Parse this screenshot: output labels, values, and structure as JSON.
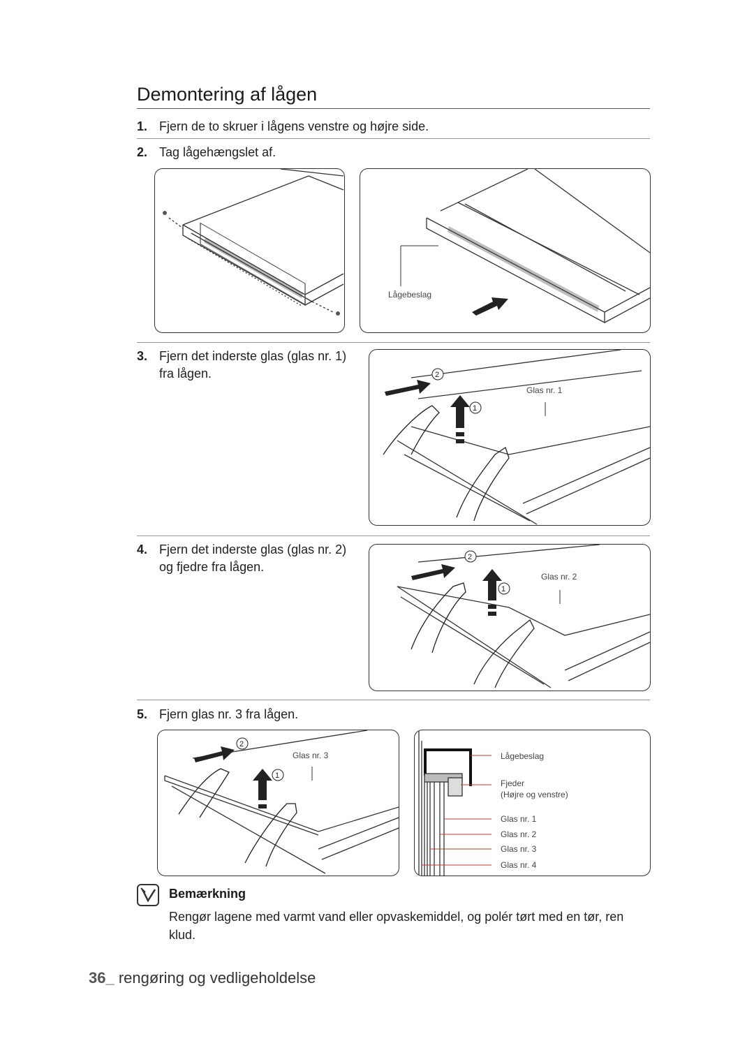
{
  "page": {
    "title": "Demontering af lågen",
    "steps": [
      {
        "num": "1.",
        "text": "Fjern de to skruer i lågens venstre og højre side."
      },
      {
        "num": "2.",
        "text": "Tag lågehængslet af."
      },
      {
        "num": "3.",
        "text": "Fjern det inderste glas (glas nr. 1) fra lågen."
      },
      {
        "num": "4.",
        "text": "Fjern det inderste glas (glas nr. 2) og fjedre fra lågen."
      },
      {
        "num": "5.",
        "text": "Fjern glas nr. 3 fra lågen."
      }
    ],
    "figures": {
      "hinge_label": "Lågebeslag",
      "fig3": {
        "marker1": "1",
        "marker2": "2",
        "glass_label": "Glas nr. 1"
      },
      "fig4": {
        "marker1": "1",
        "marker2": "2",
        "glass_label": "Glas nr. 2"
      },
      "fig5": {
        "marker1": "1",
        "marker2": "2",
        "glass_label": "Glas nr. 3"
      },
      "section": {
        "hinge": "Lågebeslag",
        "springs": "Fjeder",
        "springs_note": "(Højre og venstre)",
        "glass1": "Glas nr. 1",
        "glass2": "Glas nr. 2",
        "glass3": "Glas nr. 3",
        "glass4": "Glas nr. 4"
      }
    },
    "note": {
      "icon": "note-pencil-icon",
      "heading": "Bemærkning",
      "body": "Rengør lagene med varmt vand eller opvaskemiddel, og polér tørt med en tør, ren klud."
    },
    "footer": {
      "page_number": "36_",
      "section": "rengøring og vedligeholdelse"
    }
  }
}
